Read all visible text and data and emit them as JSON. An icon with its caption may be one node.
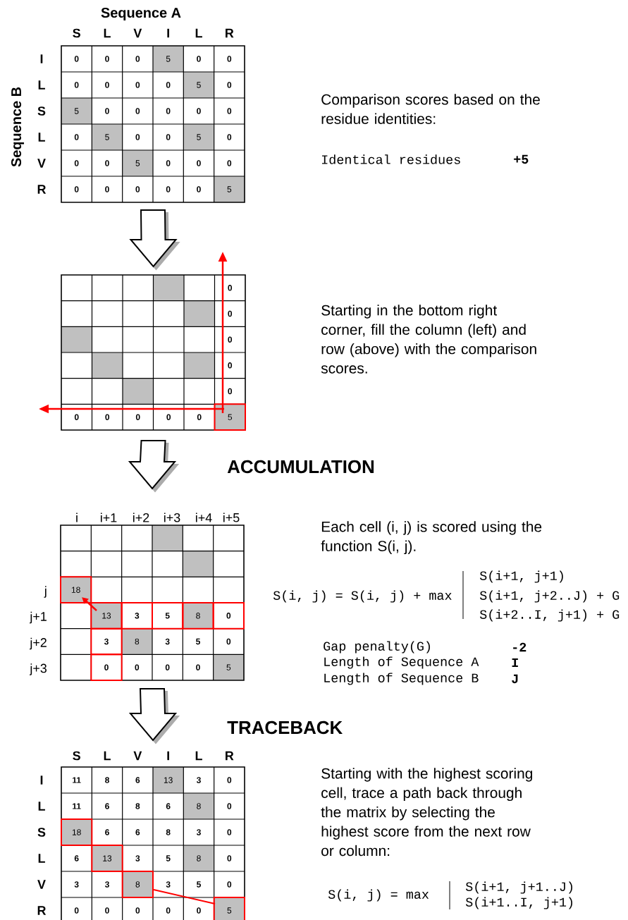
{
  "diagram": {
    "nodes": [
      {
        "text": [
          "0",
          "0",
          "0",
          "5",
          "0",
          "0",
          "0",
          "0",
          "0",
          "0",
          "5",
          "0",
          "5",
          "0",
          "0",
          "0",
          "0",
          "0",
          "0",
          "5",
          "0",
          "0",
          "5",
          "0",
          "0",
          "0",
          "5",
          "0",
          "0",
          "0",
          "0",
          "0",
          "0",
          "0",
          "0",
          "5"
        ]
      },
      {
        "text": [
          "0",
          "0",
          "0",
          "0",
          "0",
          "0",
          "0",
          "0",
          "0",
          "0",
          "5"
        ]
      },
      {
        "text": [
          "18",
          "13",
          "3",
          "5",
          "8",
          "0",
          "3",
          "8",
          "3",
          "5",
          "0",
          "0",
          "0",
          "0",
          "0",
          "5"
        ]
      },
      {
        "text": [
          "11",
          "8",
          "6",
          "13",
          "3",
          "0",
          "11",
          "6",
          "8",
          "6",
          "8",
          "0",
          "18",
          "6",
          "6",
          "8",
          "3",
          "0",
          "6",
          "13",
          "3",
          "5",
          "8",
          "0",
          "3",
          "3",
          "8",
          "3",
          "5",
          "0",
          "0",
          "0",
          "0",
          "0",
          "0",
          "5"
        ]
      }
    ],
    "edges": [
      {
        "from": 0,
        "to": 1,
        "arrow": "to"
      },
      {
        "from": 1,
        "to": 2,
        "arrow": "to"
      },
      {
        "from": 2,
        "to": 3,
        "arrow": "to"
      }
    ],
    "labels": [
      "Sequence A",
      "S",
      "L",
      "V",
      "I",
      "L",
      "R",
      "Sequence B",
      "I",
      "L",
      "S",
      "L",
      "V",
      "R",
      "Comparison scores based on the residue identities:",
      "Identical residues",
      "+5",
      "Starting in the bottom right corner, fill the column (left) and row (above) with the comparison scores.",
      "ACCUMULATION",
      "i",
      "i+1",
      "i+2",
      "i+3",
      "i+4",
      "i+5",
      "Each cell (i, j) is scored using the function S(i, j).",
      "j",
      "j+1",
      "j+2",
      "j+3",
      "S(i, j) = S(i, j) + max",
      "S(i+1, j+1)",
      "S(i+1, j+2..J) + G",
      "S(i+2..I, j+1) + G",
      "Gap penalty(G)",
      "-2",
      "Length of Sequence A",
      "I",
      "Length of Sequence B",
      "J",
      "TRACEBACK",
      "S",
      "L",
      "V",
      "I",
      "L",
      "R",
      "I",
      "L",
      "S",
      "L",
      "V",
      "R",
      "Starting with the highest scoring cell, trace a path back through the matrix by selecting the highest score from the next row or column:",
      "S(i, j) = max",
      "S(i+1, j+1..J)",
      "S(i+1..I, j+1)"
    ]
  }
}
